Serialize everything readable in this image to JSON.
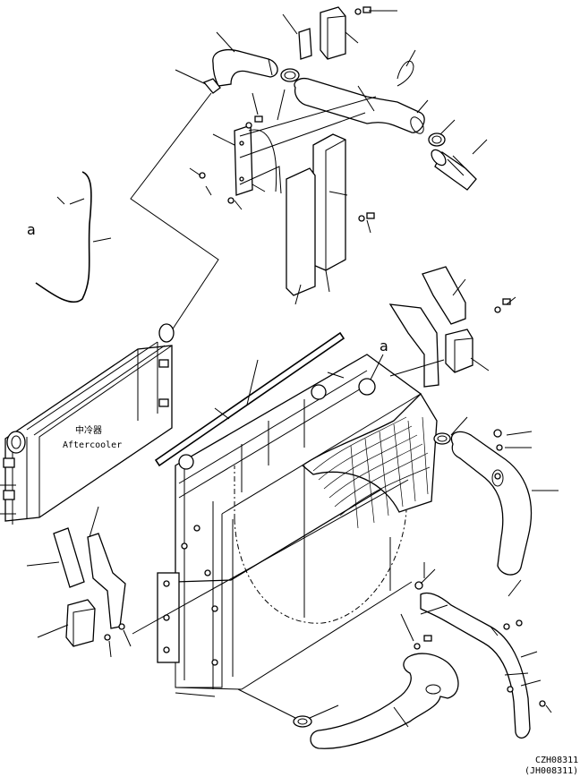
{
  "diagram": {
    "callout_a_top": "a",
    "callout_a_mid": "a",
    "aftercooler_cn": "中冷器",
    "aftercooler_en": "Aftercooler",
    "code_primary": "CZH08311",
    "code_secondary": "(JH008311)"
  }
}
